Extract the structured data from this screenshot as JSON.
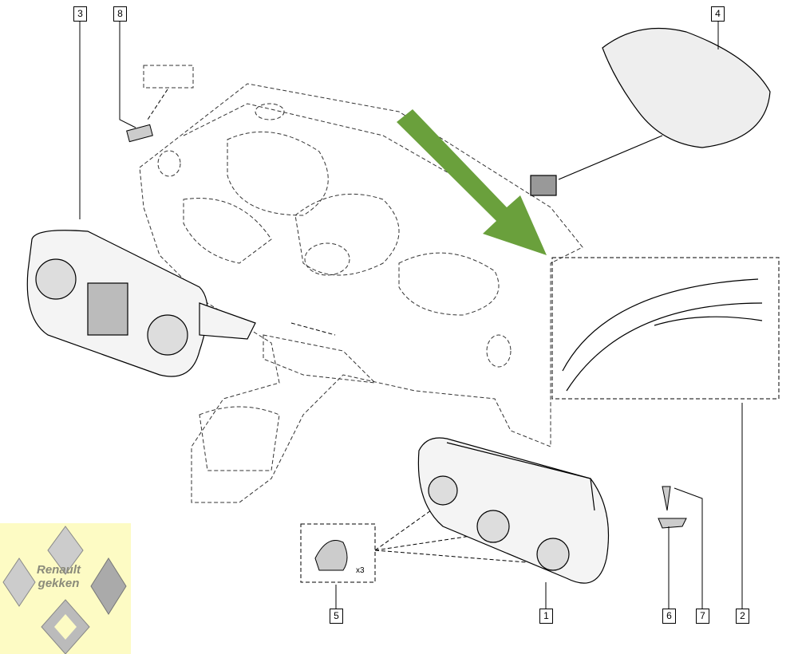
{
  "diagram": {
    "callouts": [
      "3",
      "8",
      "4",
      "2",
      "1",
      "5",
      "6",
      "7"
    ],
    "quantity_note": "x3",
    "arrow_color": "#6aa03c"
  },
  "logo": {
    "line1": "Renault",
    "line2": "gekken",
    "background": "#fdfbc4"
  }
}
